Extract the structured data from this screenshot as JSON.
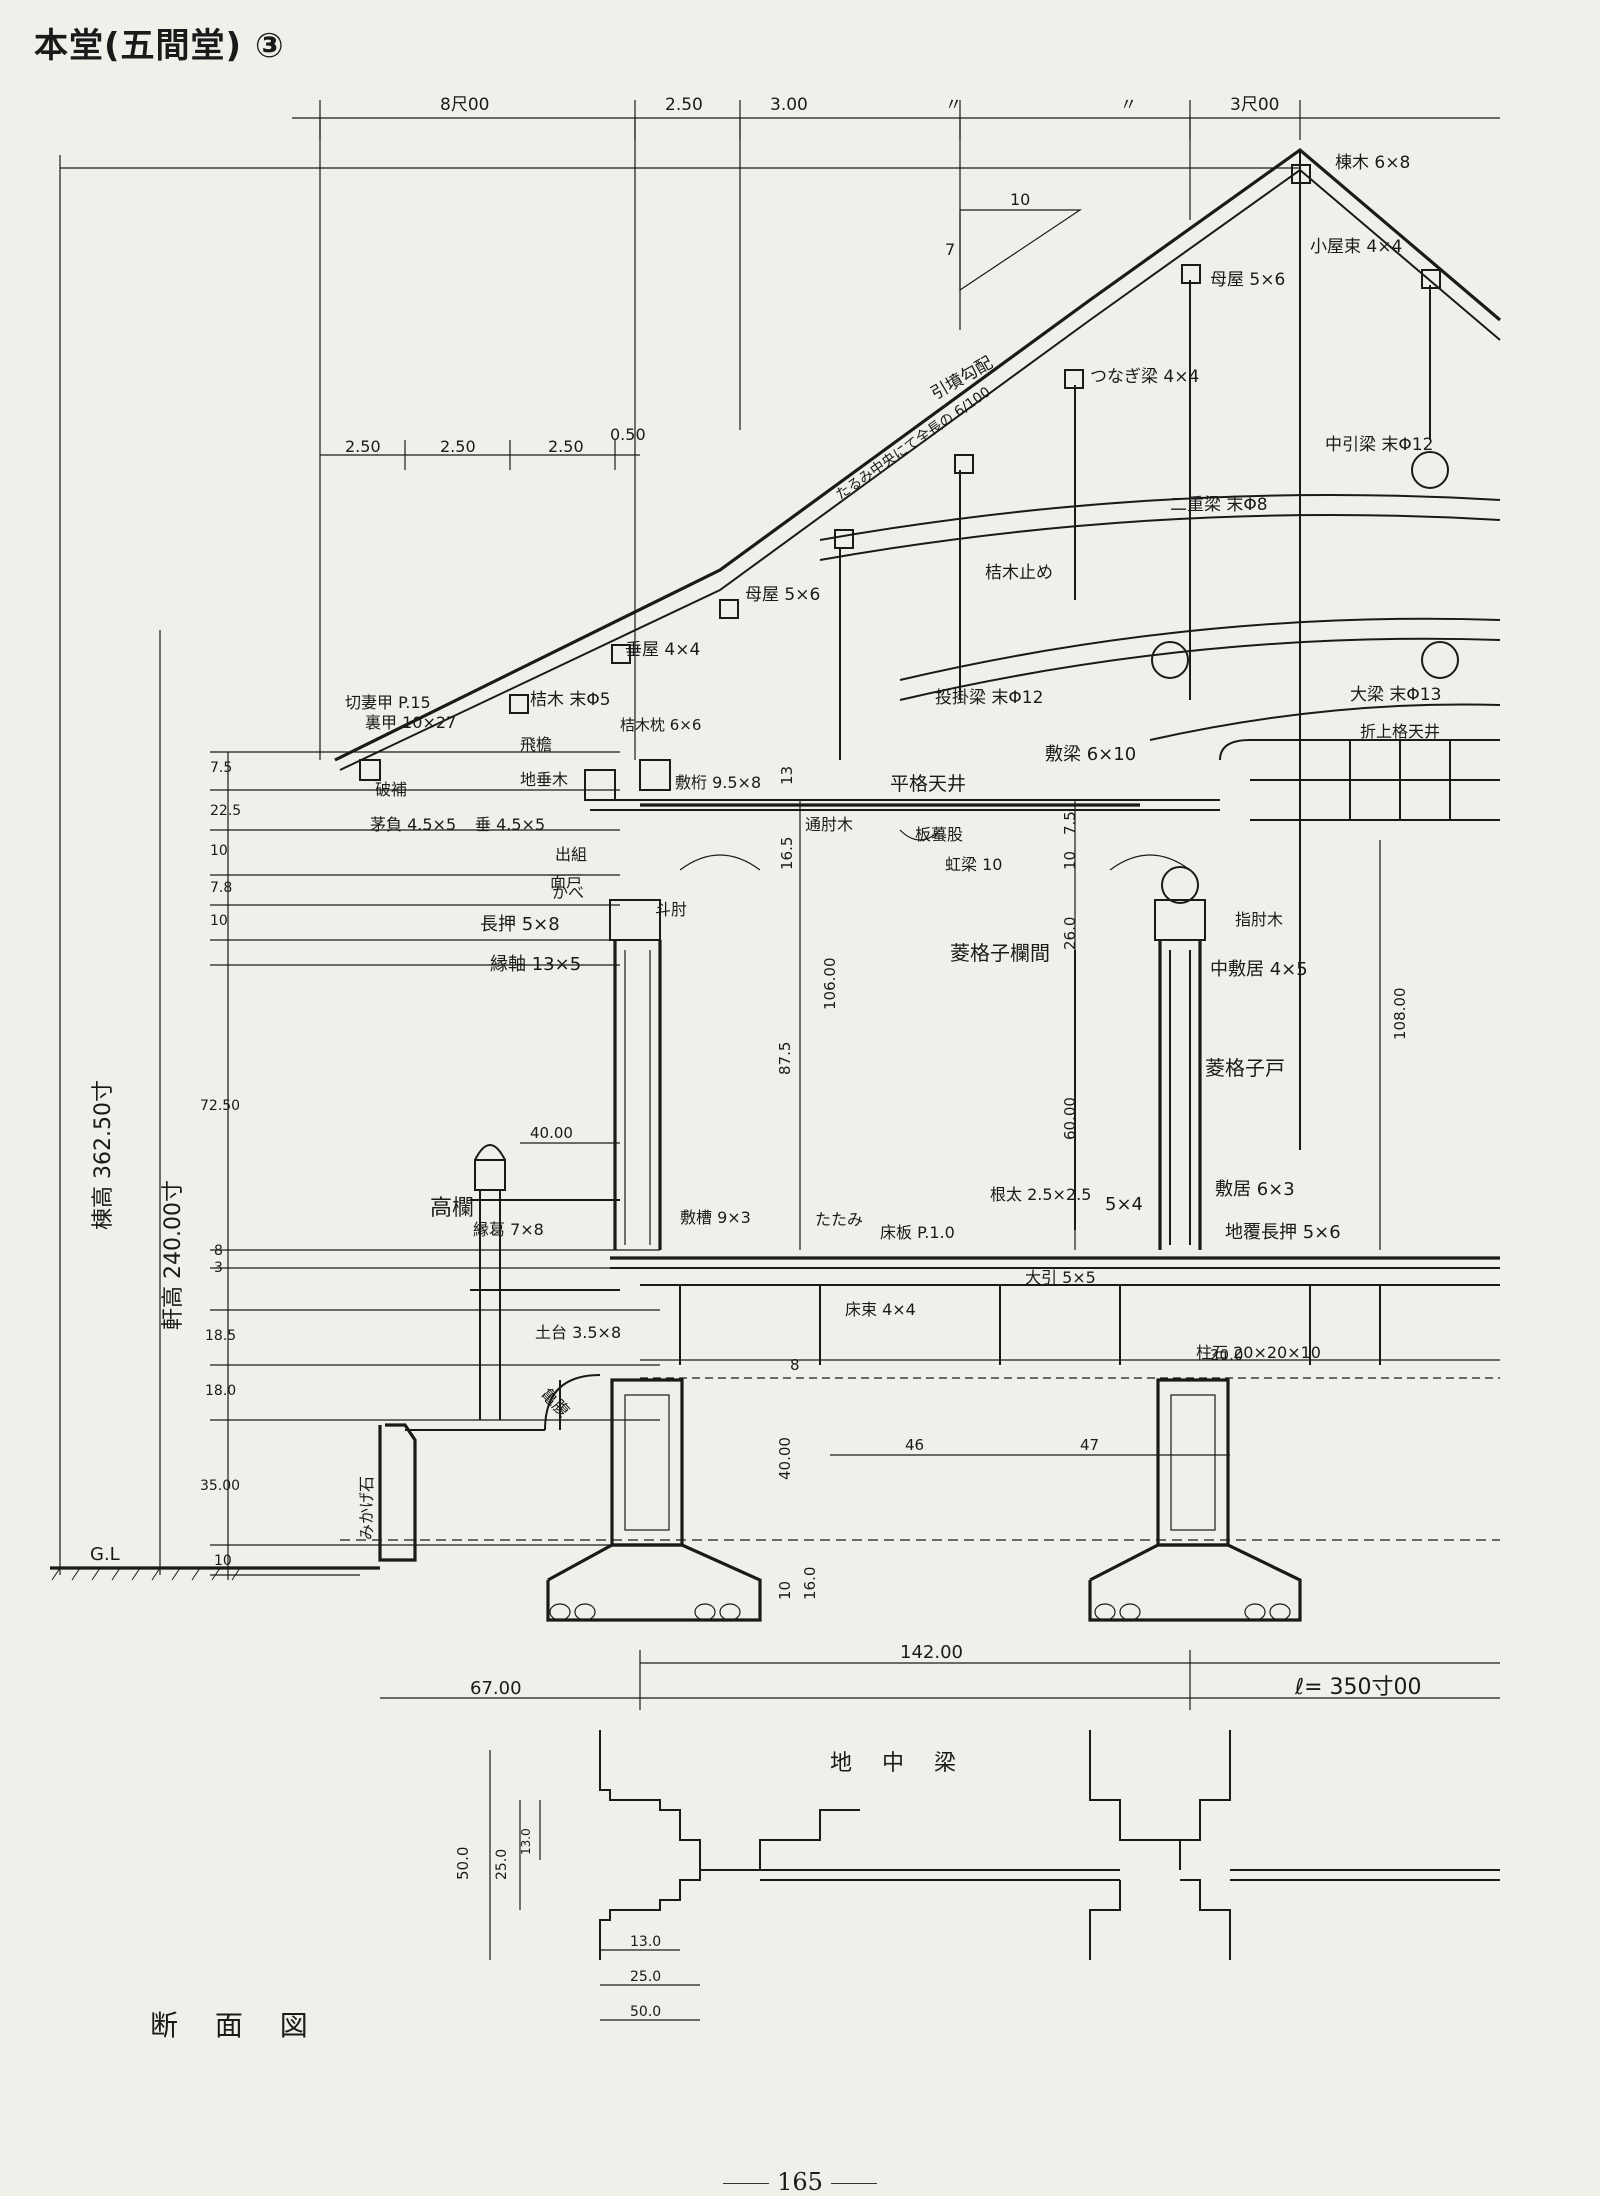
{
  "header": {
    "title": "本堂(五間堂) ③"
  },
  "caption": "断 面 図",
  "page_number": "165",
  "dimensions": {
    "top": [
      "8尺00",
      "2.50",
      "3.00",
      "〃",
      "〃",
      "3尺00"
    ],
    "eave": [
      "2.50",
      "2.50",
      "2.50",
      "0.50"
    ],
    "slope": "10",
    "slope_rise": "7",
    "left_vertical": [
      "7.5",
      "22.5",
      "10",
      "7.8",
      "10",
      "72.50",
      "8",
      "3",
      "18.5",
      "18.0",
      "35.00",
      "10"
    ],
    "heights": [
      "棟高 362.50寸",
      "軒高 240.00寸"
    ],
    "interior": [
      "40.00",
      "106.00",
      "87.5",
      "60.00",
      "108.00",
      "26.0",
      "16.5",
      "13",
      "10",
      "7.5"
    ],
    "foundation": [
      "46",
      "47",
      "40.00",
      "16.0",
      "10",
      "8",
      "20.0"
    ],
    "plan": [
      "142.00",
      "67.00",
      "ℓ= 350寸00",
      "50.0",
      "25.0",
      "13.0",
      "13.0",
      "25.0",
      "50.0"
    ]
  },
  "labels": {
    "roof": [
      "棟木 6×8",
      "小屋束 4×4",
      "母屋 5×6",
      "つなぎ梁 4×4",
      "中引梁 末Φ12",
      "二重梁 末Φ8",
      "桔木止め",
      "大梁 末Φ13",
      "投掛梁 末Φ12",
      "引墳勾配",
      "たるみ中央にて全長の 6/100",
      "母屋 5×6",
      "垂屋 4×4",
      "桔木 末Φ5",
      "桔木枕 6×6"
    ],
    "eave": [
      "切妻甲 P.15",
      "裏甲 10×27",
      "茅負 4.5×5",
      "破補",
      "飛檐",
      "地垂木",
      "垂 4.5×5",
      "出組",
      "面戸",
      "かべ",
      "斗肘",
      "敷桁 9.5×8",
      "平格天井",
      "通肘木",
      "板蟇股",
      "虹梁 10",
      "敷梁 6×10",
      "折上格天井",
      "指肘木"
    ],
    "wall": [
      "長押 5×8",
      "縁軸 13×5",
      "菱格子欄間",
      "中敷居 4×5",
      "菱格子戸",
      "敷居 6×3",
      "地覆長押 5×6",
      "5×4"
    ],
    "floor": [
      "高欄",
      "縁葛 7×8",
      "敷槽 9×3",
      "たたみ",
      "床板 P.1.0",
      "根太 2.5×2.5",
      "大引 5×5",
      "床束 4×4",
      "土台 3.5×8",
      "亀腹",
      "みかげ石",
      "柱石 20×20×10",
      "地中梁",
      "G.L"
    ]
  }
}
